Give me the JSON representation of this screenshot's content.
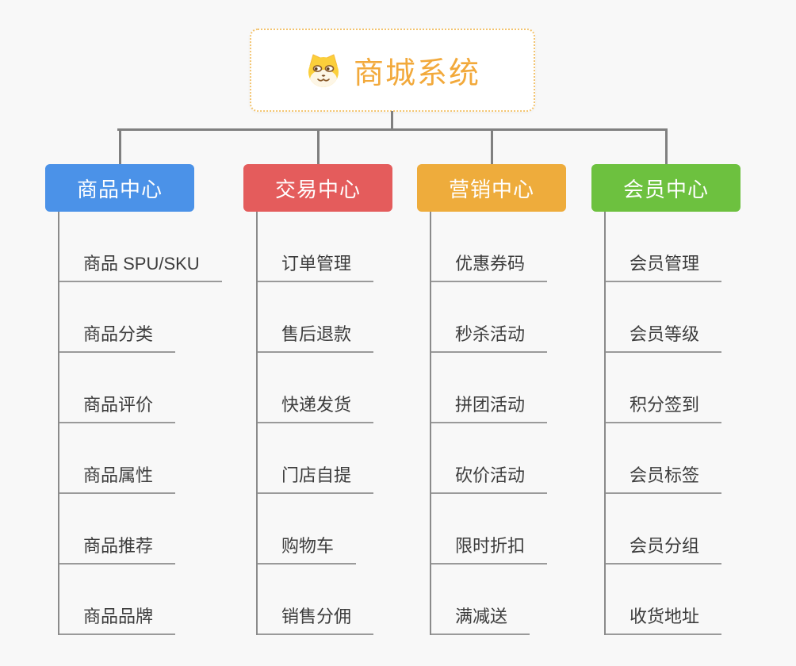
{
  "root": {
    "title": "商城系统",
    "icon": "dog-icon"
  },
  "branches": [
    {
      "label": "商品中心",
      "color": "#4b92e8",
      "children": [
        "商品 SPU/SKU",
        "商品分类",
        "商品评价",
        "商品属性",
        "商品推荐",
        "商品品牌"
      ]
    },
    {
      "label": "交易中心",
      "color": "#e45c5c",
      "children": [
        "订单管理",
        "售后退款",
        "快递发货",
        "门店自提",
        "购物车",
        "销售分佣"
      ]
    },
    {
      "label": "营销中心",
      "color": "#eeac3c",
      "children": [
        "优惠券码",
        "秒杀活动",
        "拼团活动",
        "砍价活动",
        "限时折扣",
        "满减送"
      ]
    },
    {
      "label": "会员中心",
      "color": "#6dc13f",
      "children": [
        "会员管理",
        "会员等级",
        "积分签到",
        "会员标签",
        "会员分组",
        "收货地址"
      ]
    }
  ],
  "colors": {
    "background": "#f8f8f8",
    "root_accent": "#f2a93b",
    "root_border": "#f3c470",
    "connector_gray": "#808080",
    "child_underline_gray": "#9a9a9a",
    "branch_blue": "#4b92e8",
    "branch_red": "#e45c5c",
    "branch_orange": "#eeac3c",
    "branch_green": "#6dc13f",
    "dog_yellow": "#fbcf3b",
    "dog_cream": "#fdf6e6"
  }
}
